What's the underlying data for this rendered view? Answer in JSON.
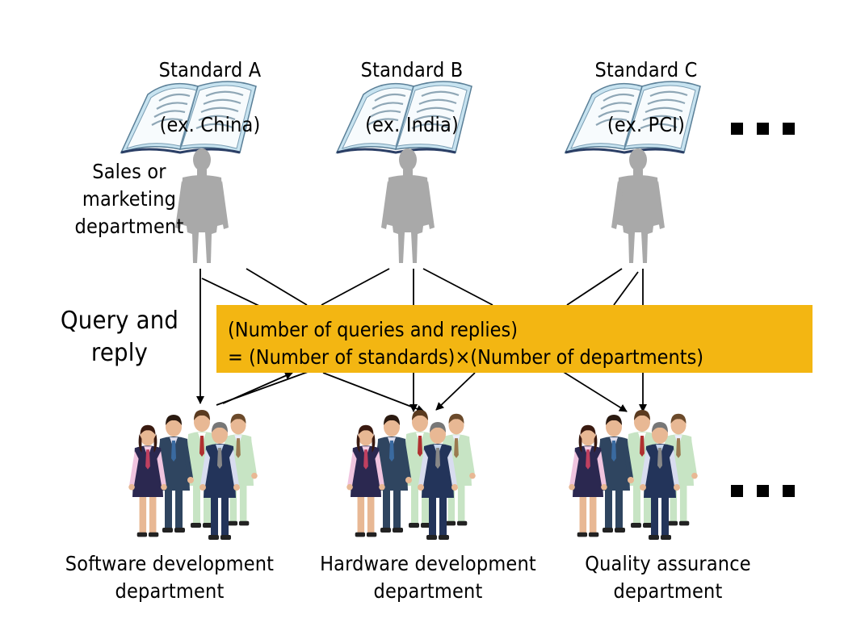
{
  "colors": {
    "box_fill": "#f3b612",
    "person_gray": "#a9a9a9",
    "book_cover": "#c7e3f0",
    "book_page": "#f7fbfd",
    "arrow": "#000000"
  },
  "standards": [
    {
      "name": "Standard A",
      "example": "(ex. China)"
    },
    {
      "name": "Standard B",
      "example": "(ex. India)"
    },
    {
      "name": "Standard C",
      "example": "(ex. PCI)"
    }
  ],
  "sales_label": "Sales or\nmarketing\ndepartment",
  "query_label": "Query and\nreply",
  "formula": {
    "line1": "(Number of queries and replies)",
    "line2": "= (Number of standards)×(Number of departments)"
  },
  "departments": [
    {
      "name": "Software development\ndepartment"
    },
    {
      "name": "Hardware development\ndepartment"
    },
    {
      "name": "Quality assurance\ndepartment"
    }
  ],
  "icons": [
    "open-book-icon",
    "person-silhouette-icon",
    "business-team-icon",
    "ellipsis-icon"
  ]
}
